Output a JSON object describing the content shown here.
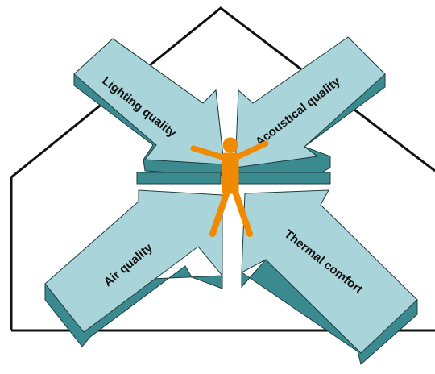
{
  "colors": {
    "arrow_top": "#a9d4d9",
    "arrow_side": "#3b8a8f",
    "arrow_stroke": "#1f3d40",
    "house": "#111111",
    "person": "#f08a00"
  },
  "labels": {
    "lighting": "Lighting quality",
    "acoustic": "Acoustical quality",
    "air": "Air quality",
    "thermal": "Thermal comfort"
  }
}
